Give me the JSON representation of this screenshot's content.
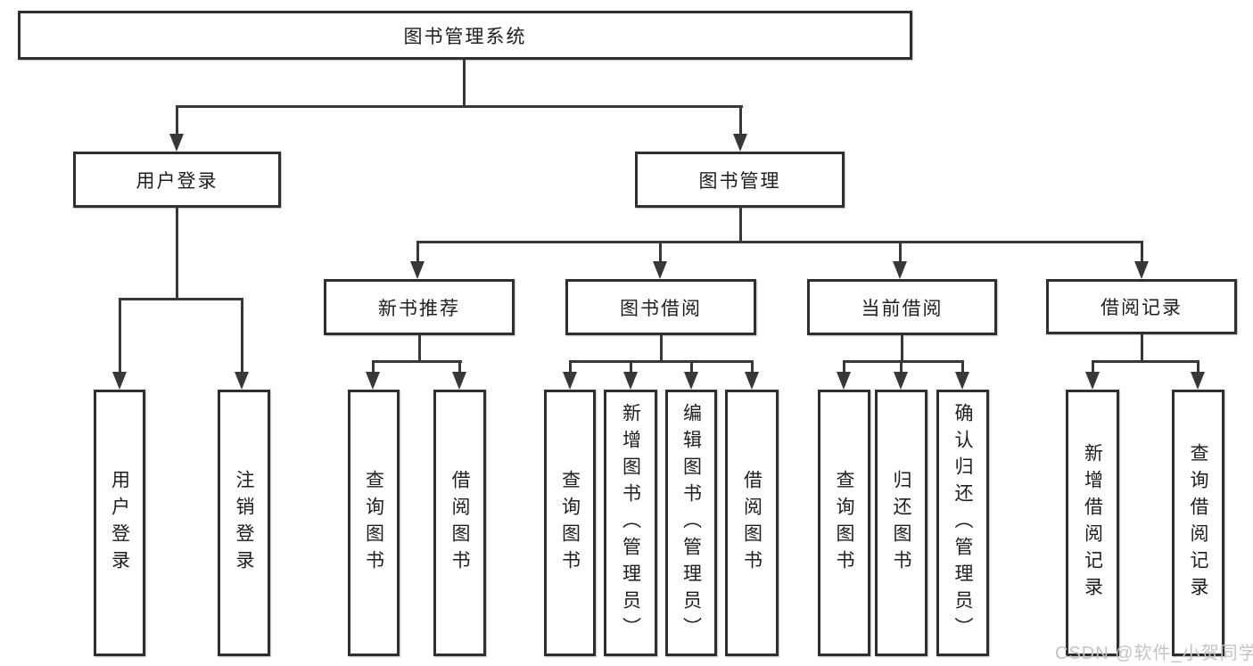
{
  "tree": {
    "root": "图书管理系统",
    "children": [
      {
        "label": "用户登录",
        "children": [
          "用户登录",
          "注销登录"
        ]
      },
      {
        "label": "图书管理",
        "children": [
          {
            "label": "新书推荐",
            "children": [
              "查询图书",
              "借阅图书"
            ]
          },
          {
            "label": "图书借阅",
            "children": [
              "查询图书",
              "新增图书（管理员）",
              "编辑图书（管理员）",
              "借阅图书"
            ]
          },
          {
            "label": "当前借阅",
            "children": [
              "查询图书",
              "归还图书",
              "确认归还（管理员）"
            ]
          },
          {
            "label": "借阅记录",
            "children": [
              "新增借阅记录",
              "查询借阅记录"
            ]
          }
        ]
      }
    ]
  },
  "watermark": {
    "text": "CSDN @软件_小贺同学"
  },
  "colors": {
    "background": "#ffffff",
    "box_border": "#2f2f2f",
    "connector": "#383838",
    "text": "#1e1e1e",
    "watermark": "#c8c3c2"
  }
}
